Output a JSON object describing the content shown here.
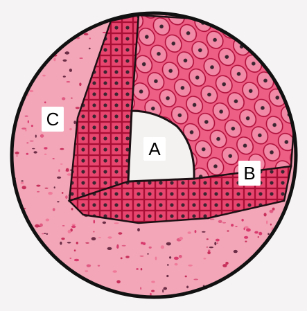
{
  "image": {
    "description_colors": {
      "background_tissue": "#ef8fa8",
      "spot_color": "#d93a6e",
      "nucleus_color": "#3a2530",
      "cell_wall_color": "#b0103c",
      "cavity_color": "#f4f2f0",
      "frame_color": "#111111"
    }
  },
  "labels": {
    "a": "A",
    "b": "B",
    "c": "C"
  }
}
